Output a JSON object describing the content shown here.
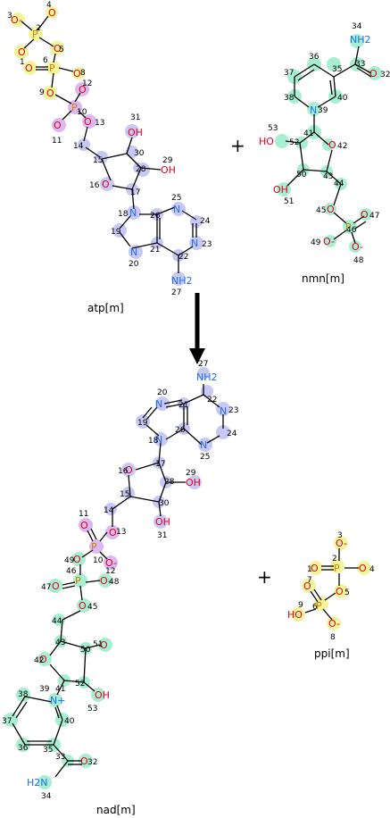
{
  "molecules": {
    "atp": {
      "name": "atp[m]"
    },
    "nmn": {
      "name": "nmn[m]"
    },
    "nad": {
      "name": "nad[m]"
    },
    "ppi": {
      "name": "ppi[m]"
    }
  },
  "operators": {
    "plus": "+"
  },
  "atoms": {
    "O": "O",
    "OH": "OH",
    "HO": "HO",
    "P": "P",
    "N": "N",
    "NH2": "NH2",
    "H2N": "H2N",
    "Ominus": "O-",
    "Nplus": "N+"
  },
  "colors": {
    "phosphate_highlight": "#f2f59a",
    "adenosine_highlight": "#c8c8f5",
    "nicotinamide_highlight": "#a8eed2",
    "oxygen": "#e0001b",
    "phosphorus": "#d08000",
    "nitrogen": "#1e6ef0"
  }
}
